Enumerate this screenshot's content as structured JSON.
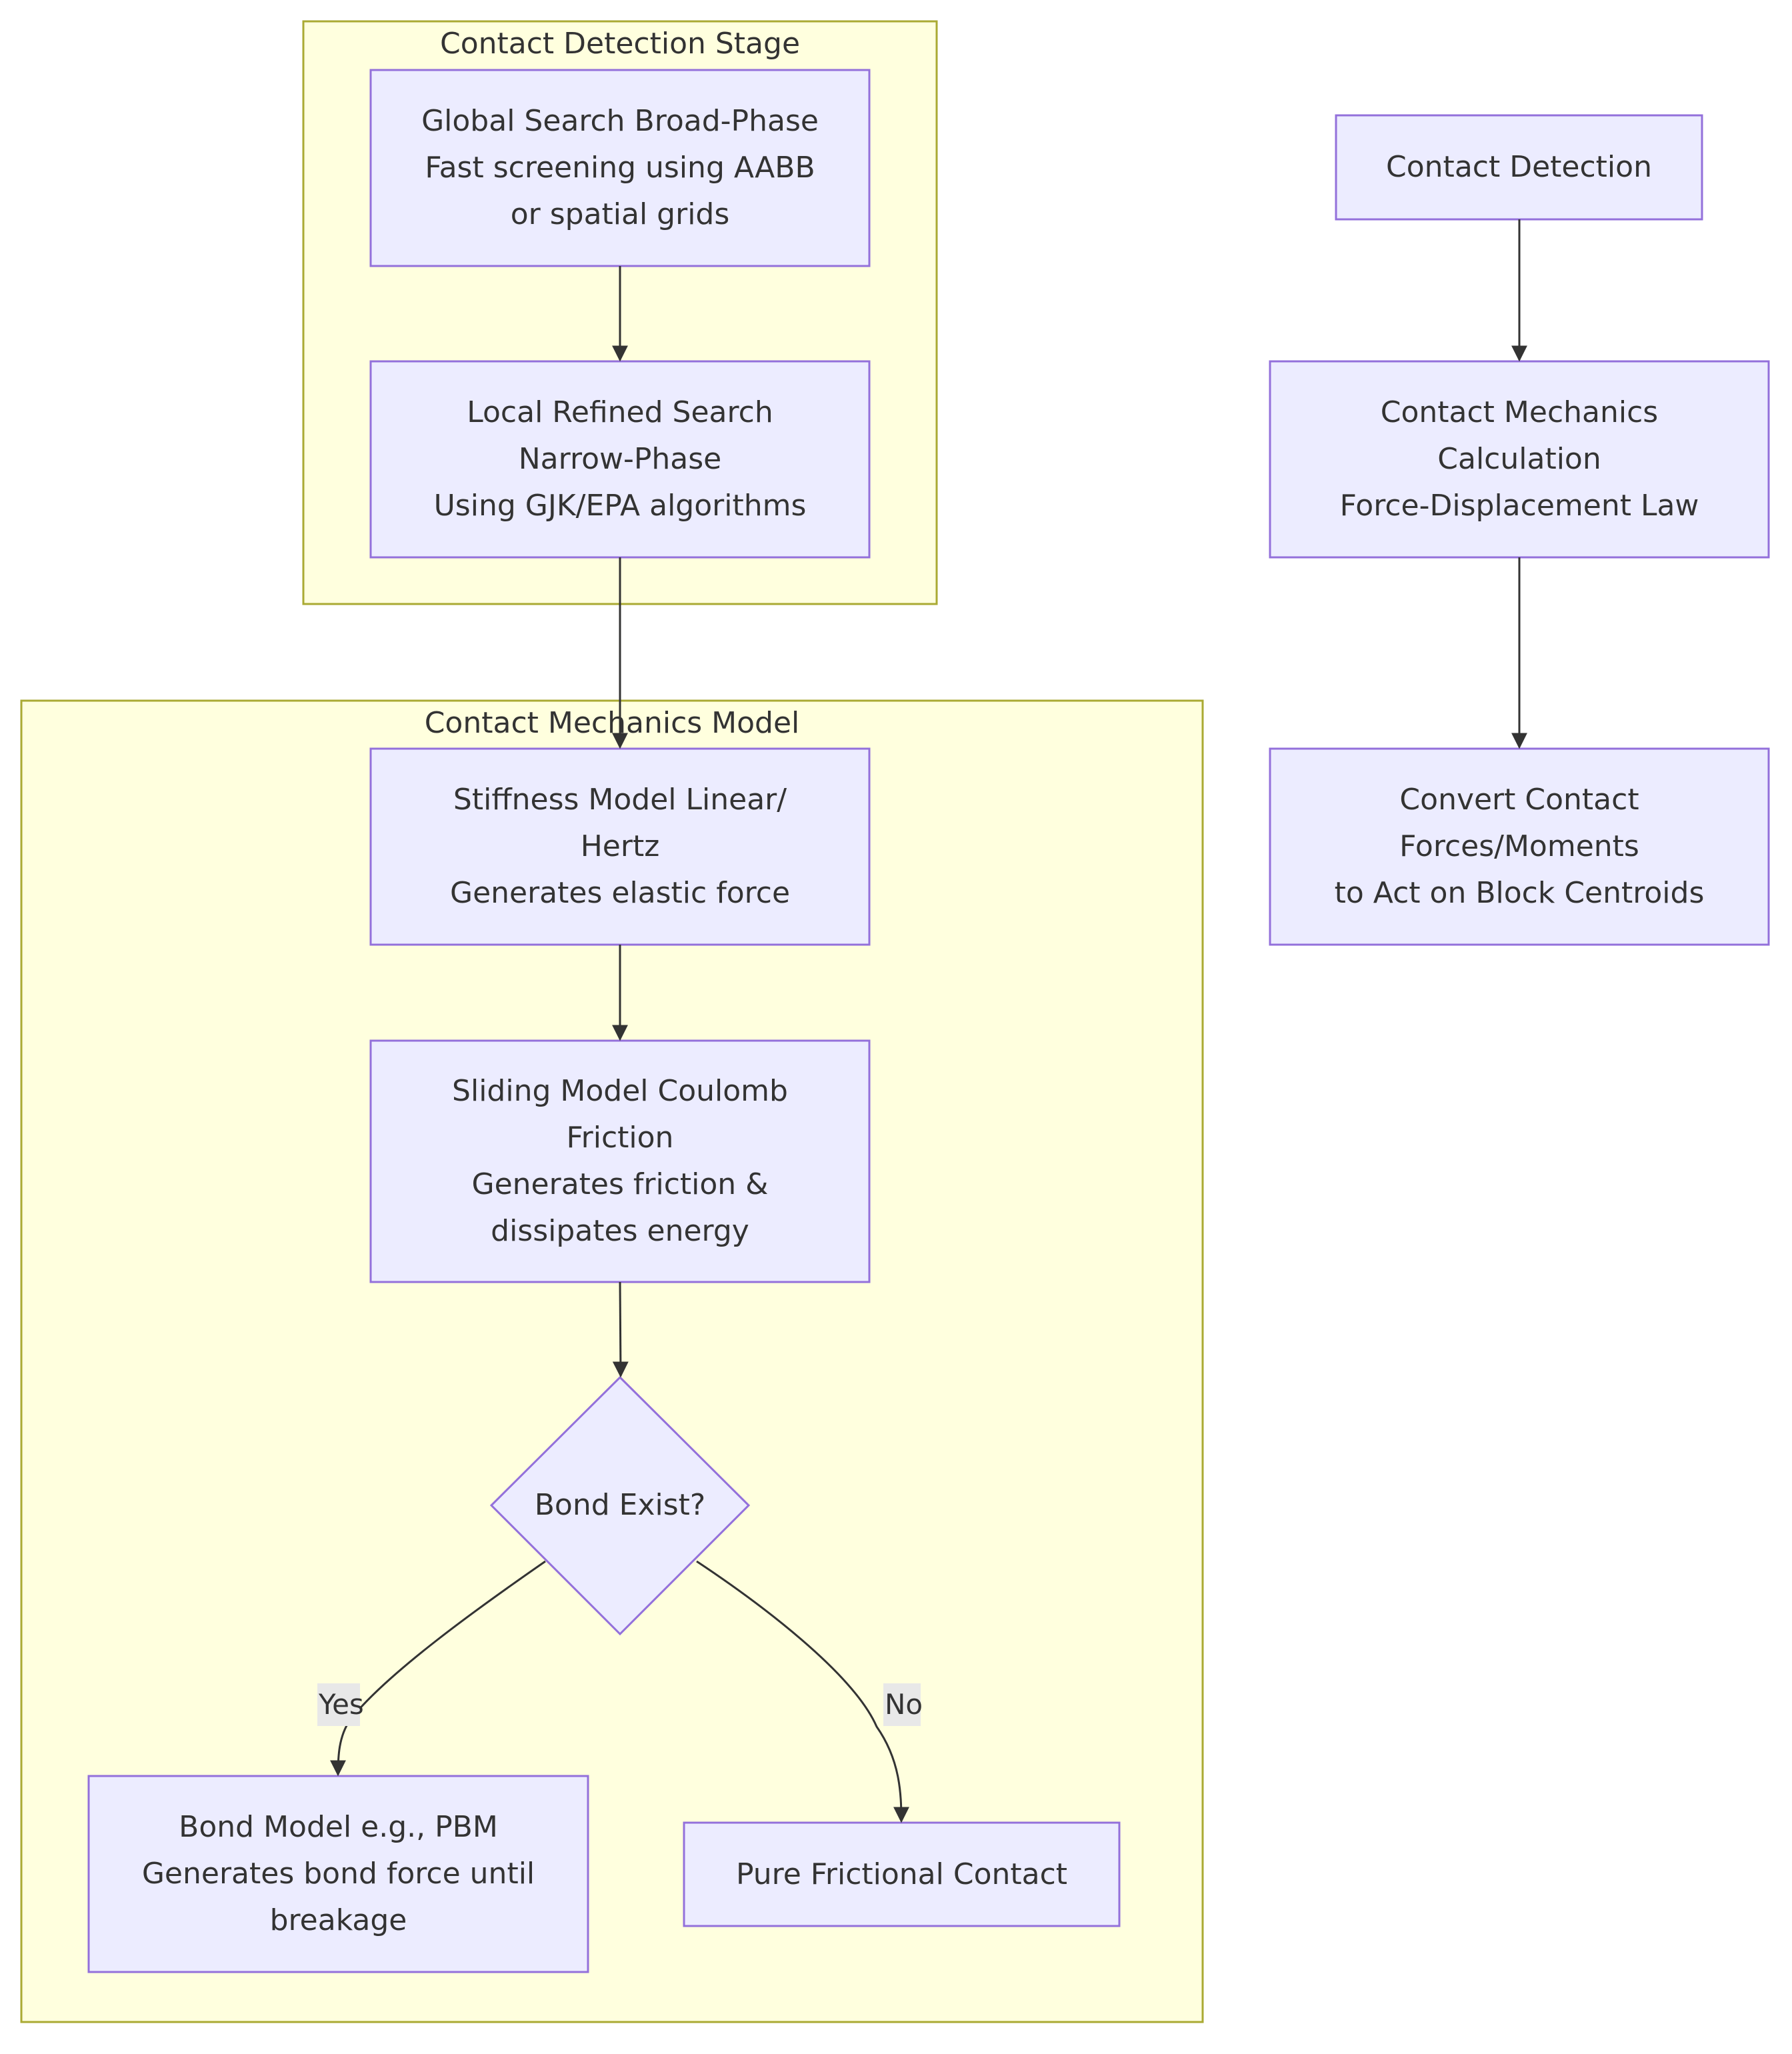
{
  "subgraphs": {
    "detection": {
      "title": "Contact Detection Stage"
    },
    "mechanics": {
      "title": "Contact Mechanics Model"
    }
  },
  "nodes": {
    "global_search": {
      "lines": [
        "Global Search Broad-Phase",
        "Fast screening using AABB",
        "or spatial grids"
      ]
    },
    "local_search": {
      "lines": [
        "Local Refined Search",
        "Narrow-Phase",
        "Using GJK/EPA algorithms"
      ]
    },
    "stiffness": {
      "lines": [
        "Stiffness Model Linear/",
        "Hertz",
        "Generates elastic force"
      ]
    },
    "sliding": {
      "lines": [
        "Sliding Model Coulomb",
        "Friction",
        "Generates friction &",
        "dissipates energy"
      ]
    },
    "bond_exist": {
      "lines": [
        "Bond Exist?"
      ]
    },
    "bond_model": {
      "lines": [
        "Bond Model e.g., PBM",
        "Generates bond force until",
        "breakage"
      ]
    },
    "pure_friction": {
      "lines": [
        "Pure Frictional Contact"
      ]
    },
    "contact_detection": {
      "lines": [
        "Contact Detection"
      ]
    },
    "contact_mechanics_calc": {
      "lines": [
        "Contact Mechanics",
        "Calculation",
        "Force-Displacement Law"
      ]
    },
    "convert_forces": {
      "lines": [
        "Convert Contact",
        "Forces/Moments",
        "to Act on Block Centroids"
      ]
    }
  },
  "edge_labels": {
    "yes": "Yes",
    "no": "No"
  },
  "colors": {
    "cluster_fill": "#ffffde",
    "cluster_stroke": "#aaaa33",
    "node_fill": "#ececff",
    "node_stroke": "#9370db",
    "edge": "#333333",
    "edge_label_bg": "#e8e8e8",
    "text": "#333333"
  }
}
